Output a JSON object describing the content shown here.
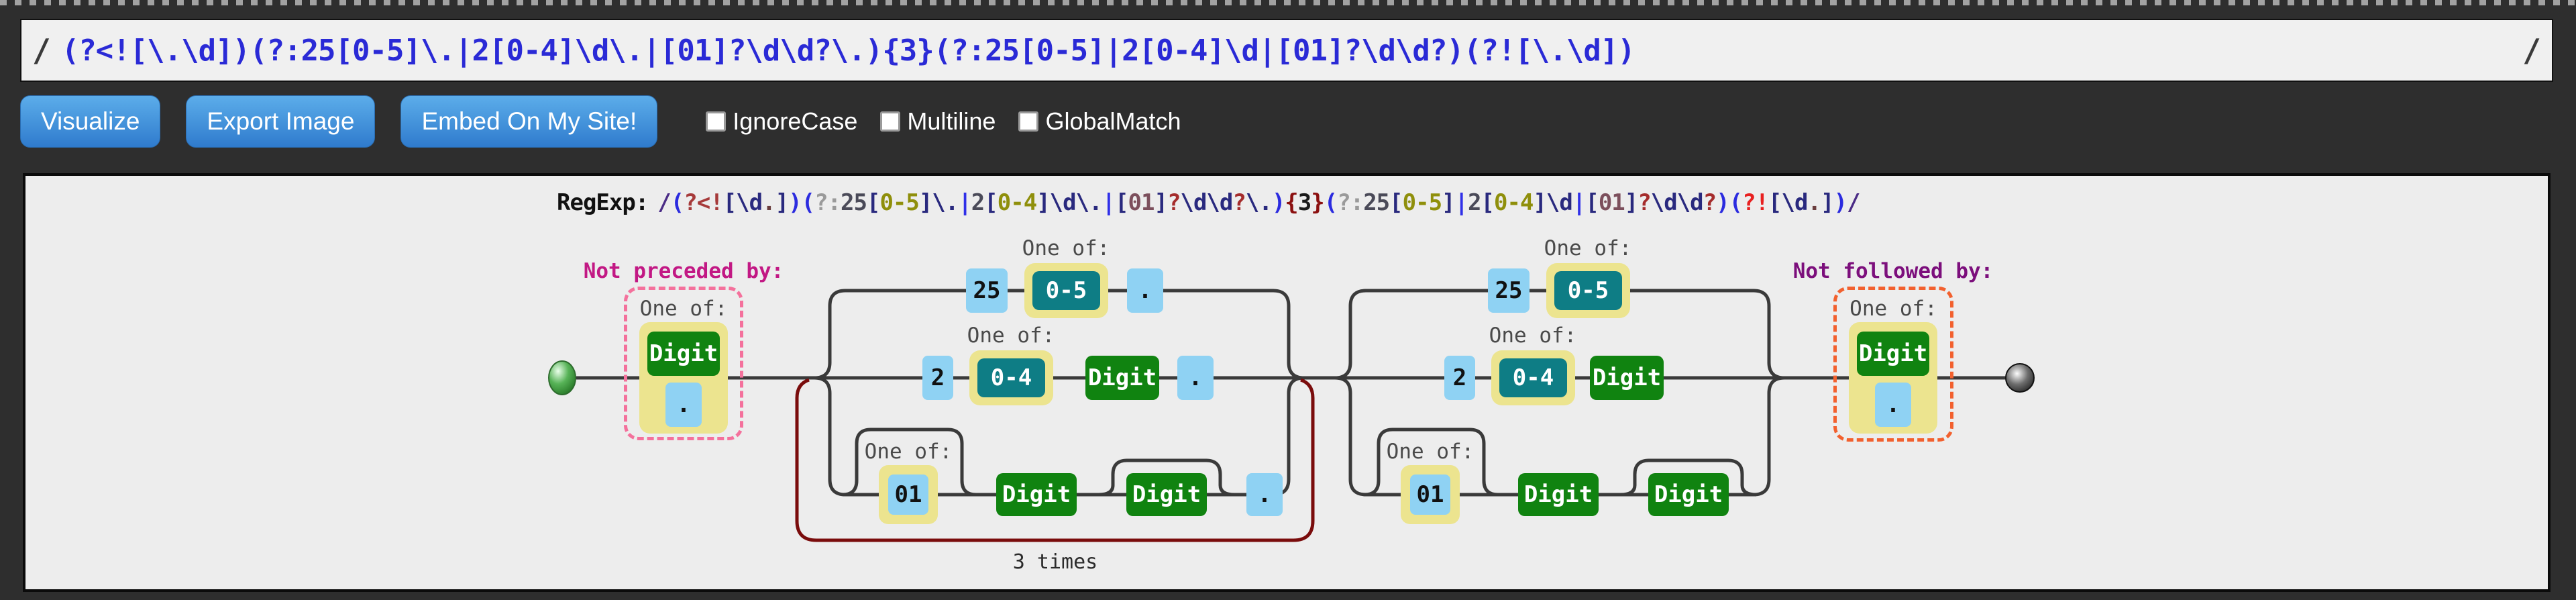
{
  "regex_input": {
    "delim_open": "/",
    "pattern": "(?<![\\.\\d])(?:25[0-5]\\.|2[0-4]\\d\\.|[01]?\\d\\d?\\.){3}(?:25[0-5]|2[0-4]\\d|[01]?\\d\\d?)(?![\\.\\d])",
    "delim_close": "/"
  },
  "toolbar": {
    "visualize_label": "Visualize",
    "export_label": "Export Image",
    "embed_label": "Embed On My Site!",
    "checkboxes": [
      {
        "label": "IgnoreCase",
        "checked": false
      },
      {
        "label": "Multiline",
        "checked": false
      },
      {
        "label": "GlobalMatch",
        "checked": false
      }
    ]
  },
  "caption": {
    "label": "RegExp:",
    "segments": [
      {
        "t": "/",
        "c": "#4b2c86"
      },
      {
        "t": "(",
        "c": "#2b2bdf"
      },
      {
        "t": "?<!",
        "c": "#a63a3a"
      },
      {
        "t": "[",
        "c": "#29297e"
      },
      {
        "t": "\\d",
        "c": "#29297e"
      },
      {
        "t": ".",
        "c": "#6b3e3e"
      },
      {
        "t": "]",
        "c": "#29297e"
      },
      {
        "t": ")",
        "c": "#2b2bdf"
      },
      {
        "t": "(",
        "c": "#2b2bdf"
      },
      {
        "t": "?:",
        "c": "#9a9a9a"
      },
      {
        "t": "25",
        "c": "#4a4a58"
      },
      {
        "t": "[",
        "c": "#29297e"
      },
      {
        "t": "0-5",
        "c": "#8f8f0b"
      },
      {
        "t": "]",
        "c": "#29297e"
      },
      {
        "t": "\\.",
        "c": "#29297e"
      },
      {
        "t": "|",
        "c": "#2f2fe8"
      },
      {
        "t": "2",
        "c": "#4a4a58"
      },
      {
        "t": "[",
        "c": "#29297e"
      },
      {
        "t": "0-4",
        "c": "#8f8f0b"
      },
      {
        "t": "]",
        "c": "#29297e"
      },
      {
        "t": "\\d",
        "c": "#29297e"
      },
      {
        "t": "\\.",
        "c": "#29297e"
      },
      {
        "t": "|",
        "c": "#2f2fe8"
      },
      {
        "t": "[",
        "c": "#29297e"
      },
      {
        "t": "01",
        "c": "#7c4f5c"
      },
      {
        "t": "]",
        "c": "#29297e"
      },
      {
        "t": "?",
        "c": "#a52c2c"
      },
      {
        "t": "\\d",
        "c": "#29297e"
      },
      {
        "t": "\\d",
        "c": "#29297e"
      },
      {
        "t": "?",
        "c": "#a52c2c"
      },
      {
        "t": "\\.",
        "c": "#29297e"
      },
      {
        "t": ")",
        "c": "#2b2bdf"
      },
      {
        "t": "{",
        "c": "#8b0f0f"
      },
      {
        "t": "3",
        "c": "#1a1a1a"
      },
      {
        "t": "}",
        "c": "#8b0f0f"
      },
      {
        "t": "(",
        "c": "#2b2bdf"
      },
      {
        "t": "?:",
        "c": "#9a9a9a"
      },
      {
        "t": "25",
        "c": "#4a4a58"
      },
      {
        "t": "[",
        "c": "#29297e"
      },
      {
        "t": "0-5",
        "c": "#8f8f0b"
      },
      {
        "t": "]",
        "c": "#29297e"
      },
      {
        "t": "|",
        "c": "#2f2fe8"
      },
      {
        "t": "2",
        "c": "#4a4a58"
      },
      {
        "t": "[",
        "c": "#29297e"
      },
      {
        "t": "0-4",
        "c": "#8f8f0b"
      },
      {
        "t": "]",
        "c": "#29297e"
      },
      {
        "t": "\\d",
        "c": "#29297e"
      },
      {
        "t": "|",
        "c": "#2f2fe8"
      },
      {
        "t": "[",
        "c": "#29297e"
      },
      {
        "t": "01",
        "c": "#7c4f5c"
      },
      {
        "t": "]",
        "c": "#29297e"
      },
      {
        "t": "?",
        "c": "#a52c2c"
      },
      {
        "t": "\\d",
        "c": "#29297e"
      },
      {
        "t": "\\d",
        "c": "#29297e"
      },
      {
        "t": "?",
        "c": "#a52c2c"
      },
      {
        "t": ")",
        "c": "#2b2bdf"
      },
      {
        "t": "(",
        "c": "#2b2bdf"
      },
      {
        "t": "?!",
        "c": "#e82020"
      },
      {
        "t": "[",
        "c": "#29297e"
      },
      {
        "t": "\\d",
        "c": "#29297e"
      },
      {
        "t": ".",
        "c": "#6b3e3e"
      },
      {
        "t": "]",
        "c": "#29297e"
      },
      {
        "t": ")",
        "c": "#2b2bdf"
      },
      {
        "t": "/",
        "c": "#4b2c86"
      }
    ]
  },
  "diagram": {
    "not_preceded": {
      "title": "Not preceded by:",
      "one_of": "One of:",
      "digit": "Digit",
      "dot": "."
    },
    "group1": {
      "row1": {
        "one_of": "One of:",
        "literal": "25",
        "range": "0-5",
        "dot": "."
      },
      "row2": {
        "one_of": "One of:",
        "literal": "2",
        "range": "0-4",
        "digit": "Digit",
        "dot": "."
      },
      "row3": {
        "one_of": "One of:",
        "literal": "01",
        "digit1": "Digit",
        "digit2": "Digit",
        "dot": "."
      },
      "repeat_label": "3 times"
    },
    "group2": {
      "row1": {
        "one_of": "One of:",
        "literal": "25",
        "range": "0-5"
      },
      "row2": {
        "one_of": "One of:",
        "literal": "2",
        "range": "0-4",
        "digit": "Digit"
      },
      "row3": {
        "one_of": "One of:",
        "literal": "01",
        "digit1": "Digit",
        "digit2": "Digit"
      }
    },
    "not_followed": {
      "title": "Not followed by:",
      "one_of": "One of:",
      "digit": "Digit",
      "dot": "."
    },
    "colors": {
      "line": "#3a3a3a",
      "repeat_loop": "#7a0c0c",
      "digit_box": "#108310",
      "char_box": "#8fd2f3",
      "range_box": "#0e7d85",
      "char_class_wrap": "#ece48f",
      "not_preceded_border": "#f4719c",
      "not_preceded_title": "#c21884",
      "not_followed_border": "#f2602e",
      "not_followed_title": "#7c0f7c"
    }
  }
}
